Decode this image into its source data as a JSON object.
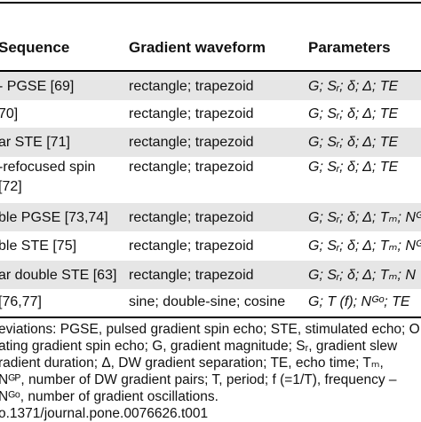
{
  "table": {
    "headers": {
      "sequence": "Sequence",
      "waveform": "Gradient waveform",
      "parameters": "Parameters"
    },
    "rows": [
      {
        "sequence": "- PGSE [69]",
        "waveform": "rectangle; trapezoid",
        "parameters": "G; Sᵣ; δ; Δ; TE"
      },
      {
        "sequence": "70]",
        "waveform": "rectangle; trapezoid",
        "parameters": "G; Sᵣ; δ; Δ; TE"
      },
      {
        "sequence": "ar STE [71]",
        "waveform": "rectangle; trapezoid",
        "parameters": "G; Sᵣ; δ; Δ; TE"
      },
      {
        "sequence": "-refocused spin",
        "sequence2": "[72]",
        "waveform": "rectangle; trapezoid",
        "parameters": "G; Sᵣ; δ; Δ; TE"
      },
      {
        "sequence": "ble PGSE [73,74]",
        "waveform": "rectangle; trapezoid",
        "parameters": "G; Sᵣ; δ; Δ; Tₘ; Nᴳ"
      },
      {
        "sequence": "ble STE [75]",
        "waveform": "rectangle; trapezoid",
        "parameters": "G; Sᵣ; δ; Δ; Tₘ; Nᴳ"
      },
      {
        "sequence": "ar double STE [63]",
        "waveform": "rectangle; trapezoid",
        "parameters": "G; Sᵣ; δ; Δ; Tₘ; N"
      },
      {
        "sequence": "[76,77]",
        "waveform": "sine; double-sine; cosine",
        "parameters": "G; T (f); Nᴳᵒ; TE"
      }
    ]
  },
  "footnote": {
    "line1": "eviations: PGSE, pulsed gradient spin echo; STE, stimulated echo; O",
    "line2": "ating gradient spin echo; G, gradient magnitude; Sᵣ, gradient slew",
    "line3": "radient duration; Δ, DW gradient separation; TE, echo time; Tₘ,",
    "line4": "Nᴳᴾ, number of DW gradient pairs; T, period; f (=1/T), frequency –",
    "line5": "Nᴳᵒ, number of gradient oscillations.",
    "line6": "o.1371/journal.pone.0076626.t001"
  }
}
